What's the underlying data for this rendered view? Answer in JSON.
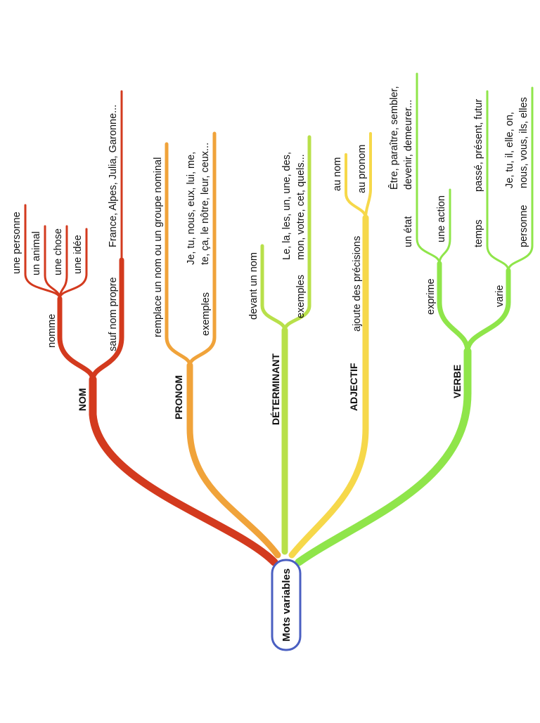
{
  "root": {
    "label": "Mots variables"
  },
  "colors": {
    "nom": "#d33a1e",
    "pronom": "#f0a33a",
    "determinant": "#b8e04a",
    "adjectif": "#f6d84a",
    "verbe": "#8fe54a",
    "root_border": "#4a5fc1"
  },
  "categories": [
    {
      "key": "nom",
      "label": "NOM",
      "children": [
        {
          "label": "nomme",
          "children": [
            "une personne",
            "un animal",
            "une chose",
            "une idée"
          ]
        },
        {
          "label": "sauf nom propre",
          "children": [
            "France, Alpes, Julia, Garonne..."
          ]
        }
      ]
    },
    {
      "key": "pronom",
      "label": "PRONOM",
      "children": [
        {
          "label": "remplace un nom ou un groupe nominal"
        },
        {
          "label": "exemples",
          "children": [
            "Je, tu, nous, eux, lui, me,",
            "te, ça, le nôtre, leur, ceux..."
          ]
        }
      ]
    },
    {
      "key": "determinant",
      "label": "DÉTERMINANT",
      "children": [
        {
          "label": "devant un nom"
        },
        {
          "label": "exemples",
          "children": [
            "Le, la, les, un, une, des,",
            "mon, votre, cet, quels..."
          ]
        }
      ]
    },
    {
      "key": "adjectif",
      "label": "ADJECTIF",
      "children": [
        {
          "label": "ajoute des précisions",
          "children": [
            "au nom",
            "au pronom"
          ]
        }
      ]
    },
    {
      "key": "verbe",
      "label": "VERBE",
      "children": [
        {
          "label": "exprime",
          "children": [
            "un état",
            "une action"
          ],
          "detail": [
            "Être, paraître, sembler,",
            "devenir, demeurer..."
          ]
        },
        {
          "label": "varie",
          "children": [
            "temps",
            "personne"
          ],
          "detail_temps": "passé, présent, futur",
          "detail_personne": [
            "Je, tu, il, elle, on,",
            "nous, vous, ils, elles"
          ]
        }
      ]
    }
  ]
}
